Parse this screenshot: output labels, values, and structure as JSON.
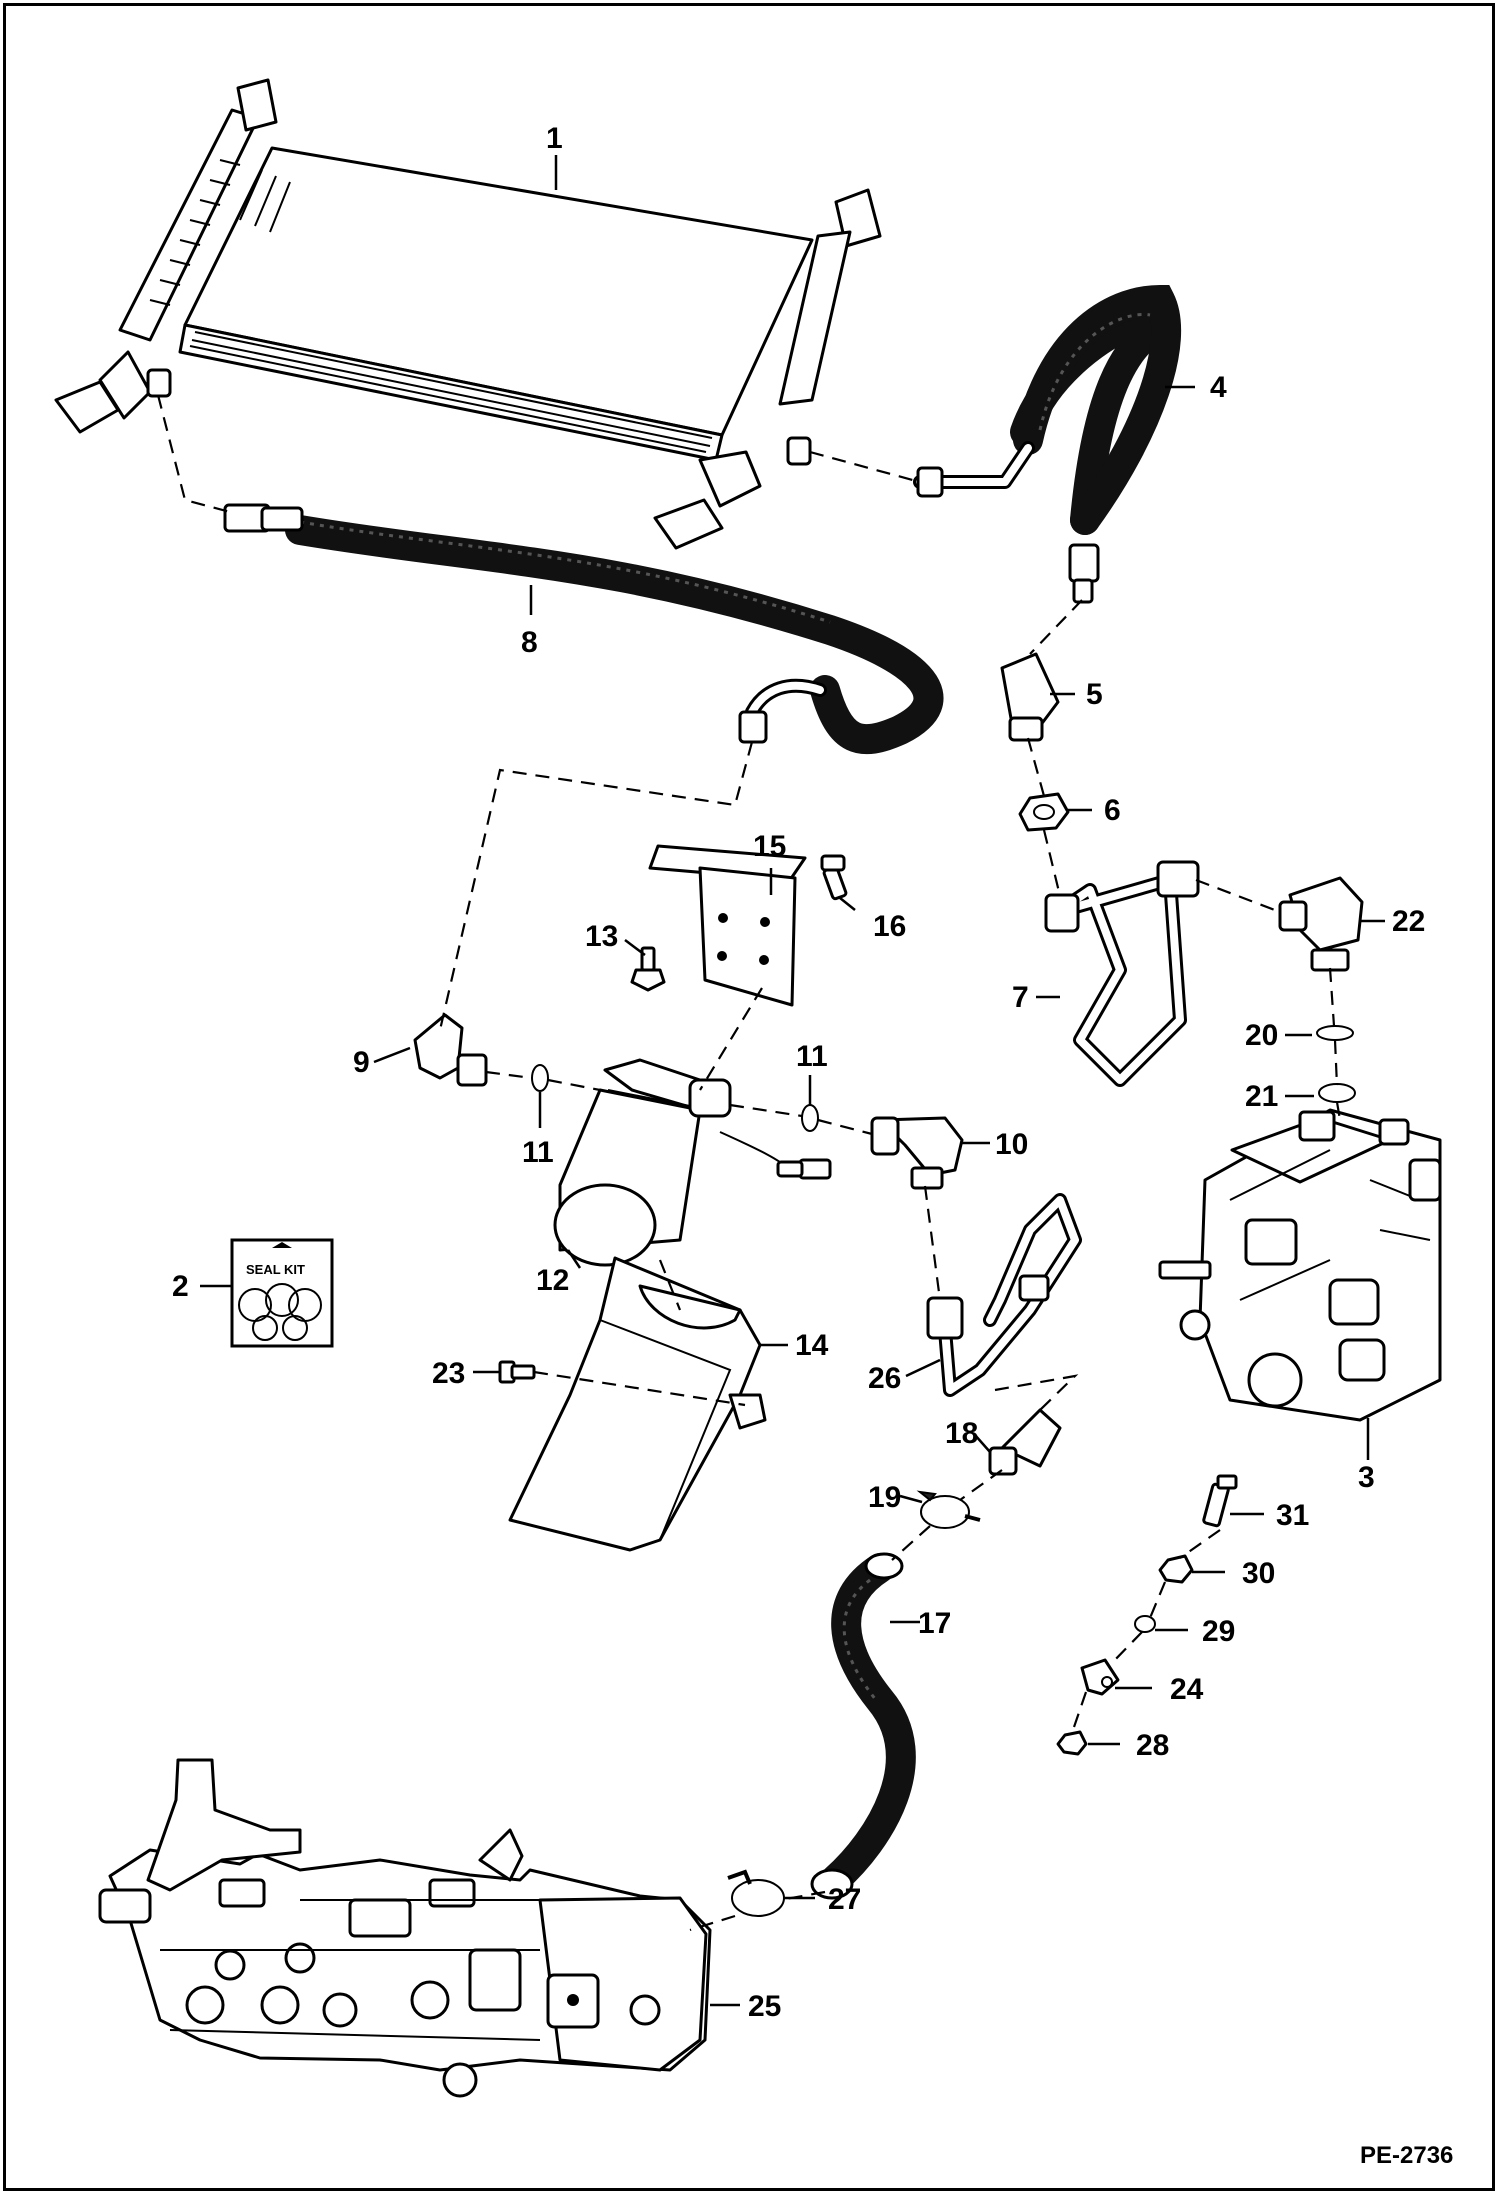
{
  "drawing_code": "PE-2736",
  "seal_kit_label": "SEAL KIT",
  "callouts": {
    "c1": "1",
    "c2": "2",
    "c3": "3",
    "c4": "4",
    "c5": "5",
    "c6": "6",
    "c7": "7",
    "c8": "8",
    "c9": "9",
    "c10": "10",
    "c11a": "11",
    "c11b": "11",
    "c12": "12",
    "c13": "13",
    "c14": "14",
    "c15": "15",
    "c16": "16",
    "c17": "17",
    "c18": "18",
    "c19": "19",
    "c20": "20",
    "c21": "21",
    "c22": "22",
    "c23": "23",
    "c24": "24",
    "c25": "25",
    "c26": "26",
    "c27": "27",
    "c28": "28",
    "c29": "29",
    "c30": "30",
    "c31": "31"
  }
}
